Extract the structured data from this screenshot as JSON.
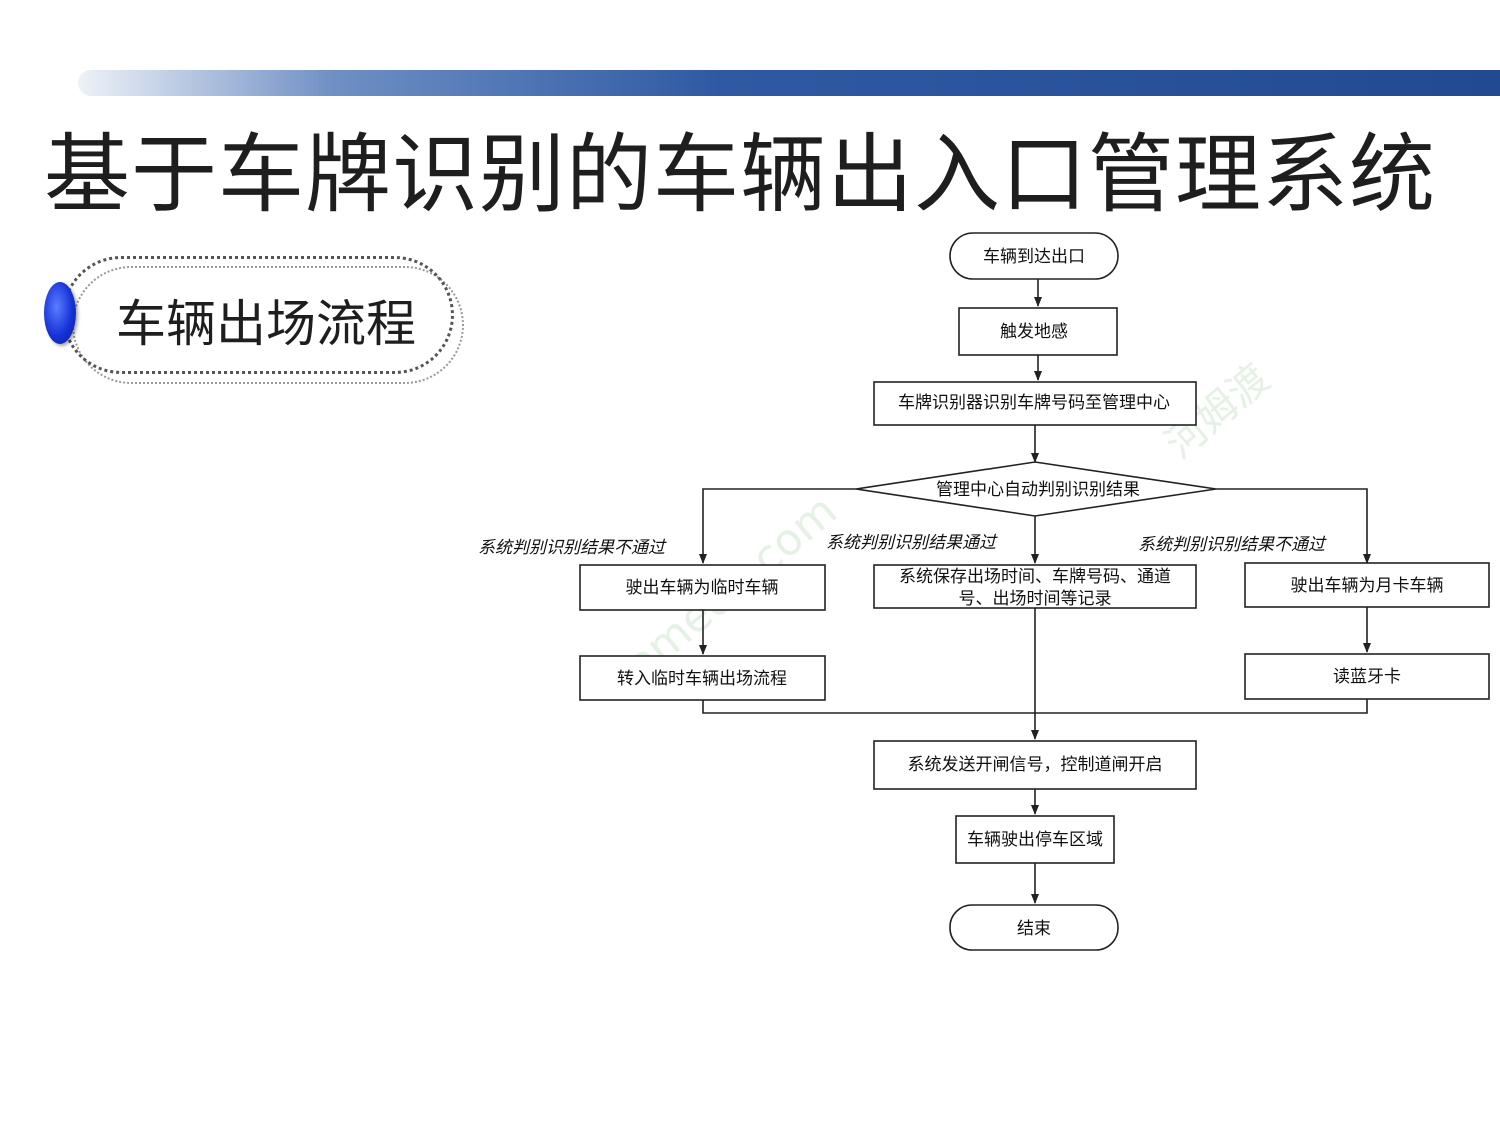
{
  "title": "基于车牌识别的车辆出入口管理系统",
  "section": "车辆出场流程",
  "nodes": {
    "arrive": "车辆到达出口",
    "sensor": "触发地感",
    "recognize": "车牌识别器识别车牌号码至管理中心",
    "decision": "管理中心自动判别识别结果",
    "temp_vehicle": "驶出车辆为临时车辆",
    "temp_flow": "转入临时车辆出场流程",
    "save_record_line1": "系统保存出场时间、车牌号码、通道",
    "save_record_line2": "号、出场时间等记录",
    "monthly_vehicle": "驶出车辆为月卡车辆",
    "read_bt": "读蓝牙卡",
    "open_gate": "系统发送开闸信号，控制道闸开启",
    "leave": "车辆驶出停车区域",
    "end": "结束"
  },
  "labels": {
    "fail_left": "系统判别识别结果不通过",
    "pass_mid": "系统判别识别结果通过",
    "fail_right": "系统判别识别结果不通过"
  },
  "watermark": {
    "brand_cn": "河姆渡",
    "brand_url": "homedo.com",
    "color": "#cfe6d0"
  },
  "colors": {
    "accent_bar": "#2f5aa3",
    "bullet": "#1733d8"
  }
}
